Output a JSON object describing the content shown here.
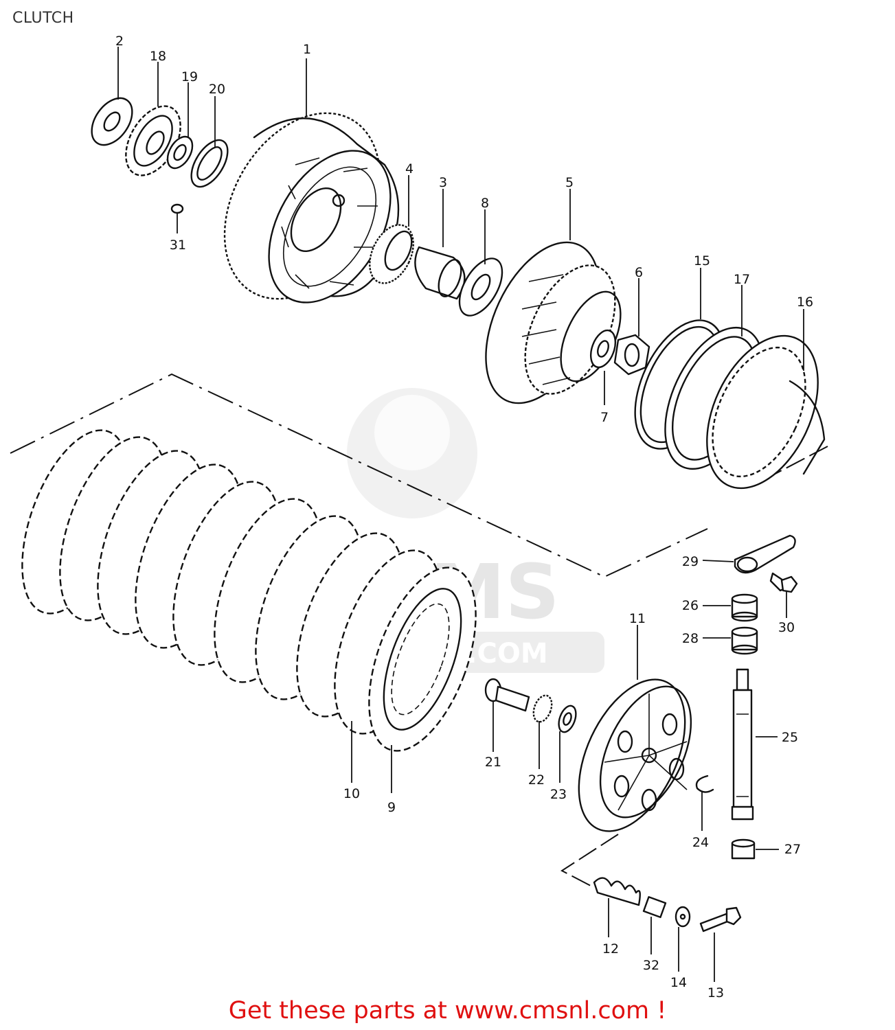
{
  "title": "CLUTCH",
  "footer": "Get these parts at www.cmsnl.com !",
  "watermark": {
    "text": "CMSNL.COM",
    "brand": "CMS",
    "color": "#e6e6e6"
  },
  "colors": {
    "footer_text": "#e01010",
    "line_art": "#111111"
  },
  "callouts": [
    "1",
    "2",
    "3",
    "4",
    "5",
    "6",
    "7",
    "8",
    "9",
    "10",
    "11",
    "12",
    "13",
    "14",
    "15",
    "16",
    "17",
    "18",
    "19",
    "20",
    "21",
    "22",
    "23",
    "24",
    "25",
    "26",
    "27",
    "28",
    "29",
    "30",
    "31",
    "32"
  ]
}
